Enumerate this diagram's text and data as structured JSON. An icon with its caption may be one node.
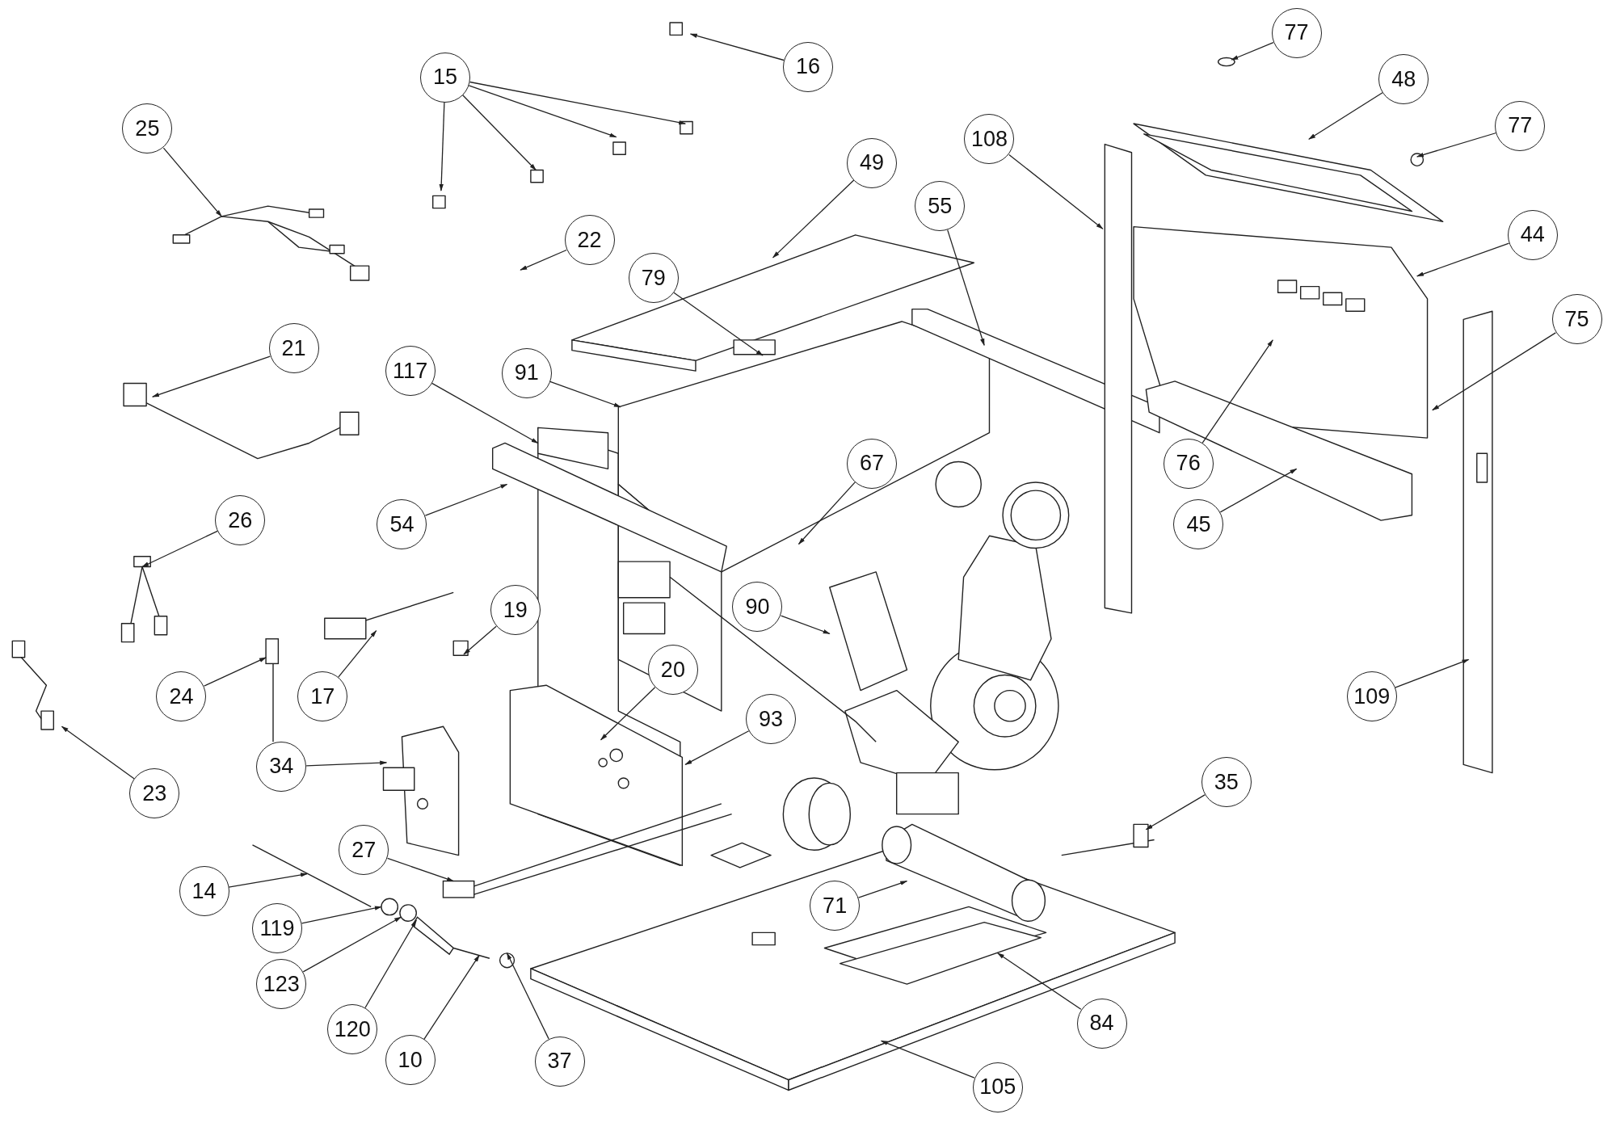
{
  "diagram": {
    "nodes": [
      {
        "text": [
          "77"
        ]
      },
      {
        "text": [
          "16"
        ]
      },
      {
        "text": [
          "15"
        ]
      },
      {
        "text": [
          "48"
        ]
      },
      {
        "text": [
          "25"
        ]
      },
      {
        "text": [
          "77"
        ]
      },
      {
        "text": [
          "108"
        ]
      },
      {
        "text": [
          "49"
        ]
      },
      {
        "text": [
          "55"
        ]
      },
      {
        "text": [
          "22"
        ]
      },
      {
        "text": [
          "44"
        ]
      },
      {
        "text": [
          "79"
        ]
      },
      {
        "text": [
          "75"
        ]
      },
      {
        "text": [
          "21"
        ]
      },
      {
        "text": [
          "117"
        ]
      },
      {
        "text": [
          "91"
        ]
      },
      {
        "text": [
          "67"
        ]
      },
      {
        "text": [
          "76"
        ]
      },
      {
        "text": [
          "54"
        ]
      },
      {
        "text": [
          "26"
        ]
      },
      {
        "text": [
          "45"
        ]
      },
      {
        "text": [
          "19"
        ]
      },
      {
        "text": [
          "90"
        ]
      },
      {
        "text": [
          "20"
        ]
      },
      {
        "text": [
          "24"
        ]
      },
      {
        "text": [
          "17"
        ]
      },
      {
        "text": [
          "109"
        ]
      },
      {
        "text": [
          "93"
        ]
      },
      {
        "text": [
          "34"
        ]
      },
      {
        "text": [
          "35"
        ]
      },
      {
        "text": [
          "23"
        ]
      },
      {
        "text": [
          "27"
        ]
      },
      {
        "text": [
          "14"
        ]
      },
      {
        "text": [
          "71"
        ]
      },
      {
        "text": [
          "119"
        ]
      },
      {
        "text": [
          "123"
        ]
      },
      {
        "text": [
          "120"
        ]
      },
      {
        "text": [
          "84"
        ]
      },
      {
        "text": [
          "10"
        ]
      },
      {
        "text": [
          "37"
        ]
      },
      {
        "text": [
          "105"
        ]
      },
      {
        "text": [],
        "shape": "picture"
      },
      {
        "text": [],
        "shape": "picture"
      },
      {
        "text": [],
        "shape": "circle"
      },
      {
        "text": [],
        "shape": "circle"
      },
      {
        "text": [],
        "shape": "picture"
      },
      {
        "text": [],
        "shape": "picture"
      },
      {
        "text": [],
        "shape": "picture"
      },
      {
        "text": [],
        "shape": "circle"
      }
    ],
    "edges": [
      {
        "from": 0,
        "to": null,
        "arrow": "to"
      },
      {
        "from": 1,
        "to": null,
        "arrow": "to"
      },
      {
        "from": 2,
        "to": null,
        "arrow": "to"
      },
      {
        "from": 2,
        "to": null,
        "arrow": "to"
      },
      {
        "from": 2,
        "to": null,
        "arrow": "to"
      },
      {
        "from": 2,
        "to": null,
        "arrow": "to"
      },
      {
        "from": 3,
        "to": null,
        "arrow": "to"
      },
      {
        "from": 4,
        "to": null,
        "arrow": "to"
      },
      {
        "from": 5,
        "to": null,
        "arrow": "to"
      },
      {
        "from": 6,
        "to": null,
        "arrow": "to"
      },
      {
        "from": 7,
        "to": null,
        "arrow": "to"
      },
      {
        "from": 8,
        "to": null,
        "arrow": "to"
      },
      {
        "from": 9,
        "to": null,
        "arrow": "to"
      },
      {
        "from": 10,
        "to": null,
        "arrow": "to"
      },
      {
        "from": 11,
        "to": null,
        "arrow": "to"
      },
      {
        "from": 12,
        "to": null,
        "arrow": "to"
      },
      {
        "from": 13,
        "to": null,
        "arrow": "to"
      },
      {
        "from": 14,
        "to": null,
        "arrow": "to"
      },
      {
        "from": 15,
        "to": null,
        "arrow": "to"
      },
      {
        "from": 16,
        "to": null,
        "arrow": "to"
      },
      {
        "from": 17,
        "to": null,
        "arrow": "to"
      },
      {
        "from": 18,
        "to": null,
        "arrow": "to"
      },
      {
        "from": 19,
        "to": null,
        "arrow": "to"
      },
      {
        "from": 20,
        "to": null,
        "arrow": "to"
      },
      {
        "from": 21,
        "to": null,
        "arrow": "to"
      },
      {
        "from": 22,
        "to": null,
        "arrow": "to"
      },
      {
        "from": 23,
        "to": null,
        "arrow": "to"
      },
      {
        "from": 24,
        "to": 41,
        "arrow": "to"
      },
      {
        "from": 25,
        "to": null,
        "arrow": "to"
      },
      {
        "from": 26,
        "to": null,
        "arrow": "to"
      },
      {
        "from": 27,
        "to": null,
        "arrow": "to"
      },
      {
        "from": 28,
        "to": null,
        "arrow": "to"
      },
      {
        "from": 29,
        "to": null,
        "arrow": "to"
      },
      {
        "from": 30,
        "to": null,
        "arrow": "to"
      },
      {
        "from": 31,
        "to": 45,
        "arrow": "to"
      },
      {
        "from": 32,
        "to": 42,
        "arrow": "to"
      },
      {
        "from": 33,
        "to": null,
        "arrow": "to"
      },
      {
        "from": 34,
        "to": 43,
        "arrow": "to"
      },
      {
        "from": 35,
        "to": 44,
        "arrow": "to"
      },
      {
        "from": 36,
        "to": 46,
        "arrow": "to"
      },
      {
        "from": 37,
        "to": null,
        "arrow": "to"
      },
      {
        "from": 38,
        "to": 47,
        "arrow": "to"
      },
      {
        "from": 39,
        "to": 48,
        "arrow": "to"
      },
      {
        "from": 40,
        "to": null,
        "arrow": "to"
      }
    ]
  }
}
